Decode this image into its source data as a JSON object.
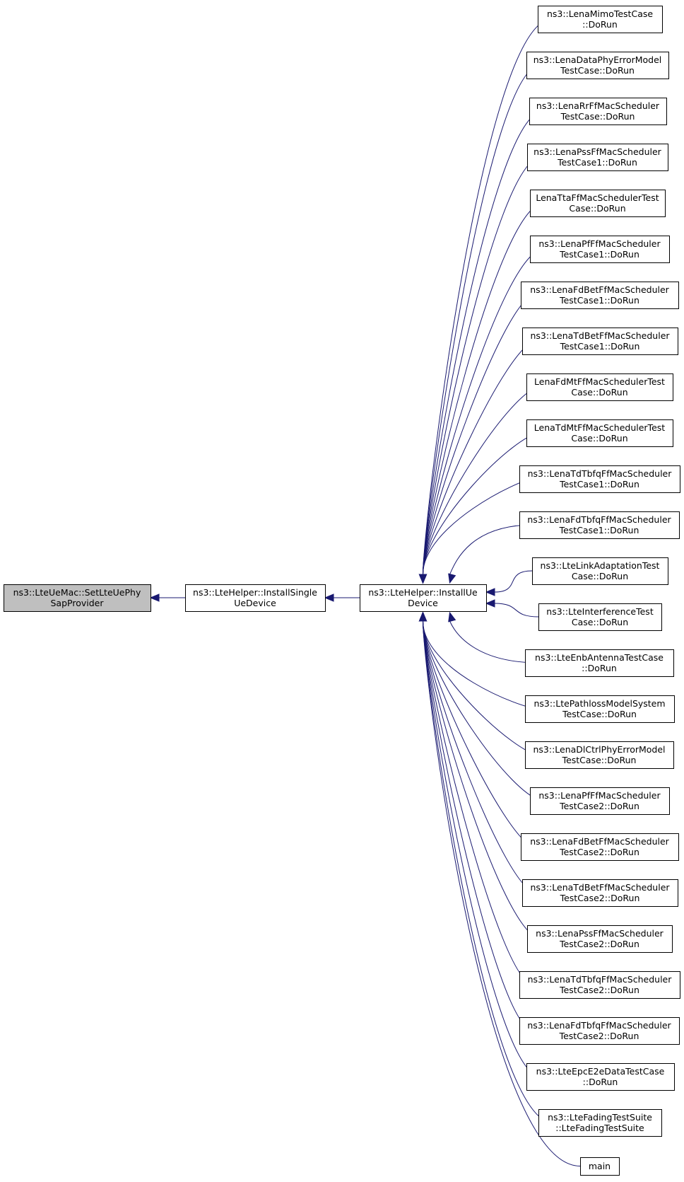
{
  "graph": {
    "nodes": [
      {
        "id": "n0",
        "lines": [
          "ns3::LteUeMac::SetLteUePhy",
          "SapProvider"
        ],
        "highlight": true
      },
      {
        "id": "n1",
        "lines": [
          "ns3::LteHelper::InstallSingle",
          "UeDevice"
        ]
      },
      {
        "id": "n2",
        "lines": [
          "ns3::LteHelper::InstallUe",
          "Device"
        ]
      },
      {
        "id": "c0",
        "lines": [
          "ns3::LenaMimoTestCase",
          "::DoRun"
        ]
      },
      {
        "id": "c1",
        "lines": [
          "ns3::LenaDataPhyErrorModel",
          "TestCase::DoRun"
        ]
      },
      {
        "id": "c2",
        "lines": [
          "ns3::LenaRrFfMacScheduler",
          "TestCase::DoRun"
        ]
      },
      {
        "id": "c3",
        "lines": [
          "ns3::LenaPssFfMacScheduler",
          "TestCase1::DoRun"
        ]
      },
      {
        "id": "c4",
        "lines": [
          "LenaTtaFfMacSchedulerTest",
          "Case::DoRun"
        ]
      },
      {
        "id": "c5",
        "lines": [
          "ns3::LenaPfFfMacScheduler",
          "TestCase1::DoRun"
        ]
      },
      {
        "id": "c6",
        "lines": [
          "ns3::LenaFdBetFfMacScheduler",
          "TestCase1::DoRun"
        ]
      },
      {
        "id": "c7",
        "lines": [
          "ns3::LenaTdBetFfMacScheduler",
          "TestCase1::DoRun"
        ]
      },
      {
        "id": "c8",
        "lines": [
          "LenaFdMtFfMacSchedulerTest",
          "Case::DoRun"
        ]
      },
      {
        "id": "c9",
        "lines": [
          "LenaTdMtFfMacSchedulerTest",
          "Case::DoRun"
        ]
      },
      {
        "id": "c10",
        "lines": [
          "ns3::LenaTdTbfqFfMacScheduler",
          "TestCase1::DoRun"
        ]
      },
      {
        "id": "c11",
        "lines": [
          "ns3::LenaFdTbfqFfMacScheduler",
          "TestCase1::DoRun"
        ]
      },
      {
        "id": "c12",
        "lines": [
          "ns3::LteLinkAdaptationTest",
          "Case::DoRun"
        ]
      },
      {
        "id": "c13",
        "lines": [
          "ns3::LteInterferenceTest",
          "Case::DoRun"
        ]
      },
      {
        "id": "c14",
        "lines": [
          "ns3::LteEnbAntennaTestCase",
          "::DoRun"
        ]
      },
      {
        "id": "c15",
        "lines": [
          "ns3::LtePathlossModelSystem",
          "TestCase::DoRun"
        ]
      },
      {
        "id": "c16",
        "lines": [
          "ns3::LenaDlCtrlPhyErrorModel",
          "TestCase::DoRun"
        ]
      },
      {
        "id": "c17",
        "lines": [
          "ns3::LenaPfFfMacScheduler",
          "TestCase2::DoRun"
        ]
      },
      {
        "id": "c18",
        "lines": [
          "ns3::LenaFdBetFfMacScheduler",
          "TestCase2::DoRun"
        ]
      },
      {
        "id": "c19",
        "lines": [
          "ns3::LenaTdBetFfMacScheduler",
          "TestCase2::DoRun"
        ]
      },
      {
        "id": "c20",
        "lines": [
          "ns3::LenaPssFfMacScheduler",
          "TestCase2::DoRun"
        ]
      },
      {
        "id": "c21",
        "lines": [
          "ns3::LenaTdTbfqFfMacScheduler",
          "TestCase2::DoRun"
        ]
      },
      {
        "id": "c22",
        "lines": [
          "ns3::LenaFdTbfqFfMacScheduler",
          "TestCase2::DoRun"
        ]
      },
      {
        "id": "c23",
        "lines": [
          "ns3::LteEpcE2eDataTestCase",
          "::DoRun"
        ]
      },
      {
        "id": "c24",
        "lines": [
          "ns3::LteFadingTestSuite",
          "::LteFadingTestSuite"
        ]
      },
      {
        "id": "c25",
        "lines": [
          "main"
        ]
      }
    ],
    "edges": [
      {
        "from": "n1",
        "to": "n0"
      },
      {
        "from": "n2",
        "to": "n1"
      },
      {
        "from": "c0",
        "to": "n2"
      },
      {
        "from": "c1",
        "to": "n2"
      },
      {
        "from": "c2",
        "to": "n2"
      },
      {
        "from": "c3",
        "to": "n2"
      },
      {
        "from": "c4",
        "to": "n2"
      },
      {
        "from": "c5",
        "to": "n2"
      },
      {
        "from": "c6",
        "to": "n2"
      },
      {
        "from": "c7",
        "to": "n2"
      },
      {
        "from": "c8",
        "to": "n2"
      },
      {
        "from": "c9",
        "to": "n2"
      },
      {
        "from": "c10",
        "to": "n2"
      },
      {
        "from": "c11",
        "to": "n2"
      },
      {
        "from": "c12",
        "to": "n2"
      },
      {
        "from": "c13",
        "to": "n2"
      },
      {
        "from": "c14",
        "to": "n2"
      },
      {
        "from": "c15",
        "to": "n2"
      },
      {
        "from": "c16",
        "to": "n2"
      },
      {
        "from": "c17",
        "to": "n2"
      },
      {
        "from": "c18",
        "to": "n2"
      },
      {
        "from": "c19",
        "to": "n2"
      },
      {
        "from": "c20",
        "to": "n2"
      },
      {
        "from": "c21",
        "to": "n2"
      },
      {
        "from": "c22",
        "to": "n2"
      },
      {
        "from": "c23",
        "to": "n2"
      },
      {
        "from": "c24",
        "to": "n2"
      },
      {
        "from": "c25",
        "to": "n2"
      }
    ],
    "colors": {
      "edge": "#191970",
      "node_fill": "#ffffff",
      "highlight_fill": "#bfbfbf",
      "node_stroke": "#000000"
    }
  }
}
